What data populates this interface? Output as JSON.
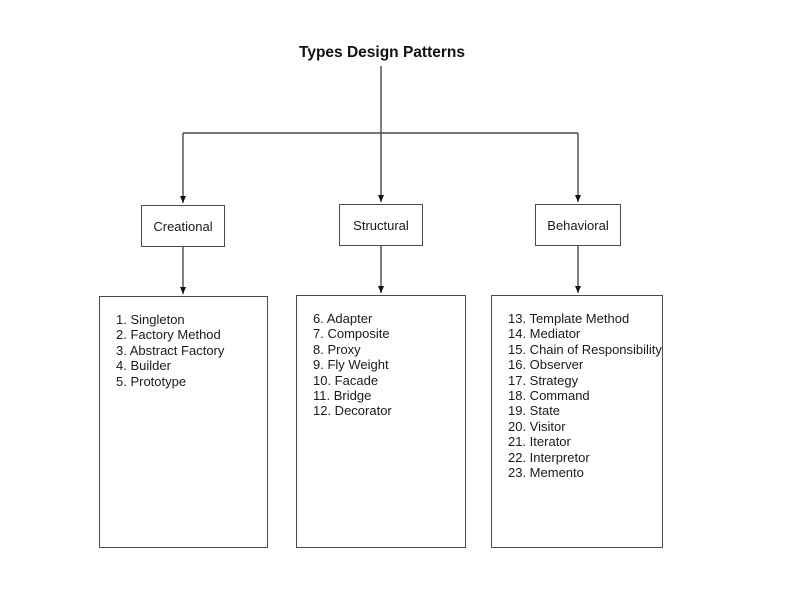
{
  "title": "Types Design Patterns",
  "categories": [
    {
      "label": "Creational",
      "items": [
        "1. Singleton",
        "2. Factory Method",
        "3. Abstract Factory",
        "4. Builder",
        "5. Prototype"
      ]
    },
    {
      "label": "Structural",
      "items": [
        "6. Adapter",
        "7. Composite",
        "8. Proxy",
        "9. Fly Weight",
        "10. Facade",
        "11. Bridge",
        "12. Decorator"
      ]
    },
    {
      "label": "Behavioral",
      "items": [
        "13. Template Method",
        "14. Mediator",
        "15. Chain of Responsibility",
        "16. Observer",
        "17. Strategy",
        "18. Command",
        "19. State",
        "20. Visitor",
        "21. Iterator",
        "22. Interpretor",
        "23. Memento"
      ]
    }
  ],
  "colors": {
    "background": "#ffffff",
    "line": "#4a4a4a",
    "box_border": "#4a4a4a",
    "arrowhead": "#111111",
    "text": "#1a1a1a"
  }
}
